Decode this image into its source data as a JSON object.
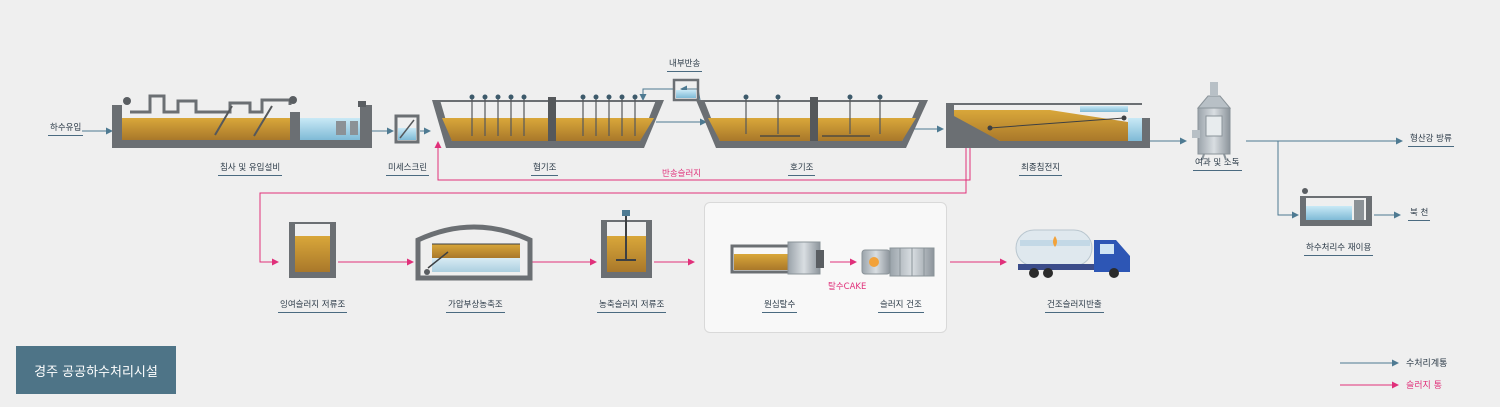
{
  "title": "경주 공공하수처리시설",
  "colors": {
    "water_line": "#4e7a92",
    "sludge_line": "#e0307a",
    "tank_wall": "#6b6f73",
    "sludge": "#b88a2c",
    "water": "#9fd0e6"
  },
  "labels": {
    "inflow": "하수유입",
    "grit": "침사 및 유입설비",
    "fine_screen": "미세스크린",
    "anoxic": "혐기조",
    "internal_return": "내부반송",
    "aerobic": "호기조",
    "return_sludge": "반송슬러지",
    "final_clarifier": "최종침전지",
    "filtration": "여과 및 소독",
    "discharge_river": "형산강 방류",
    "reuse": "하수처리수 재이용",
    "bukcheon": "북 천",
    "excess_sludge": "잉여슬러지 저류조",
    "daf": "가압부상농축조",
    "thickened_storage": "농축슬러지 저류조",
    "centrifuge": "원심탈수",
    "cake": "탈수CAKE",
    "dryer": "슬러지 건조",
    "dried_out": "건조슬러지반출"
  },
  "legend": {
    "water": "수처리계통",
    "sludge": "슬러지 통"
  }
}
